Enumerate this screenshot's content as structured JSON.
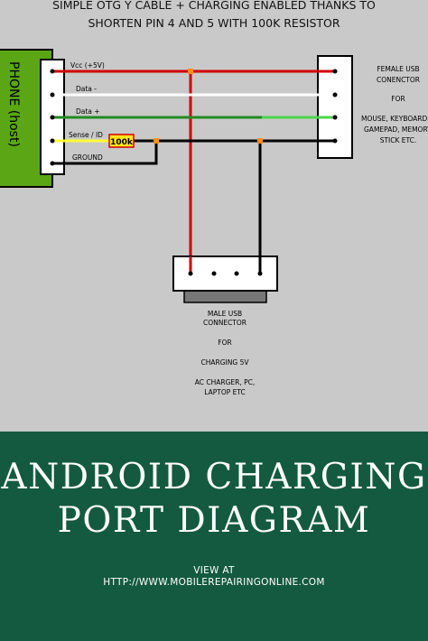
{
  "colors": {
    "diagram_background": "#c9c9c9",
    "footer_background": "#145a40",
    "phone_connector": "#5aa614",
    "wire_vcc": "#d10000",
    "wire_data_minus": "#ffffff",
    "wire_data_plus": "#228b22",
    "wire_sense": "#000000",
    "wire_sense_highlight": "#ffff33",
    "resistor_fill": "#ffe51a",
    "junction": "#ff8c1a"
  },
  "diagram": {
    "title_line1": "SIMPLE OTG Y CABLE + CHARGING ENABLED THANKS TO",
    "title_line2": "SHORTEN PIN 4 AND 5 WITH 100K RESISTOR",
    "phone_label": "PHONE (host)",
    "pins": [
      {
        "label": "Vcc (+5V)"
      },
      {
        "label": "Data -"
      },
      {
        "label": "Data +"
      },
      {
        "label": "Sense / ID"
      },
      {
        "label": "GROUND"
      }
    ],
    "resistor_label": "100k",
    "female_usb": {
      "line1": "FEMALE USB",
      "line2": "CONENCTOR",
      "line3": "FOR",
      "line4": "MOUSE, KEYBOARD,",
      "line5": "GAMEPAD, MEMORY",
      "line6": "STICK ETC."
    },
    "male_usb": {
      "line1": "MALE USB",
      "line2": "CONNECTOR",
      "line3": "FOR",
      "line4": "CHARGING 5V",
      "line5": "AC CHARGER, PC,",
      "line6": "LAPTOP ETC"
    }
  },
  "footer": {
    "title_line1": "ANDROID CHARGING",
    "title_line2": "PORT DIAGRAM",
    "view_line1": "VIEW AT",
    "view_line2": "HTTP://WWW.MOBILEREPAIRINGONLINE.COM"
  }
}
